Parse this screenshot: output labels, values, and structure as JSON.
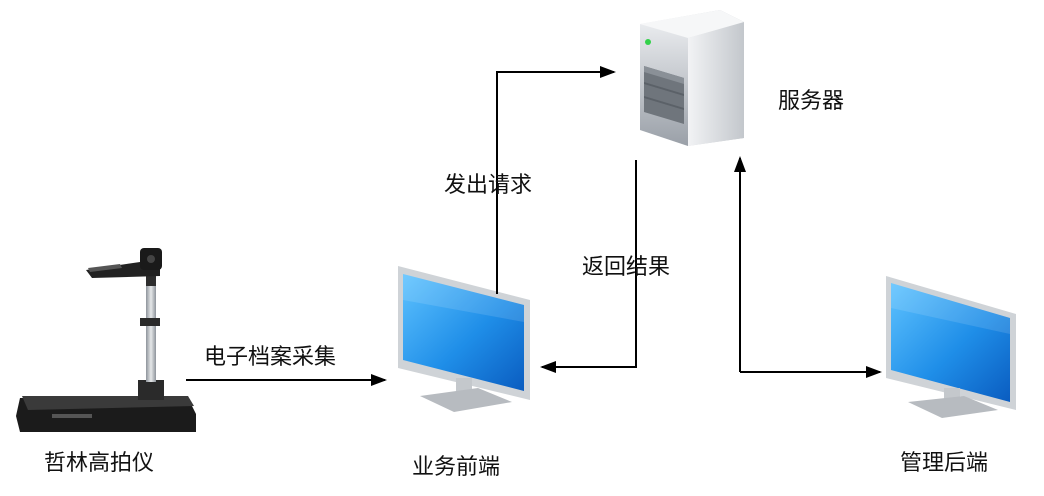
{
  "labels": {
    "scanner": "哲林高拍仪",
    "frontend": "业务前端",
    "server": "服务器",
    "admin": "管理后端",
    "capture": "电子档案采集",
    "request": "发出请求",
    "response": "返回结果"
  },
  "icons": {
    "scanner": "document-camera-icon",
    "frontend": "monitor-icon",
    "server": "server-tower-icon",
    "admin": "monitor-icon"
  },
  "colors": {
    "screen": "#1e88e5",
    "server": "#c9ccd1",
    "line": "#000000"
  }
}
